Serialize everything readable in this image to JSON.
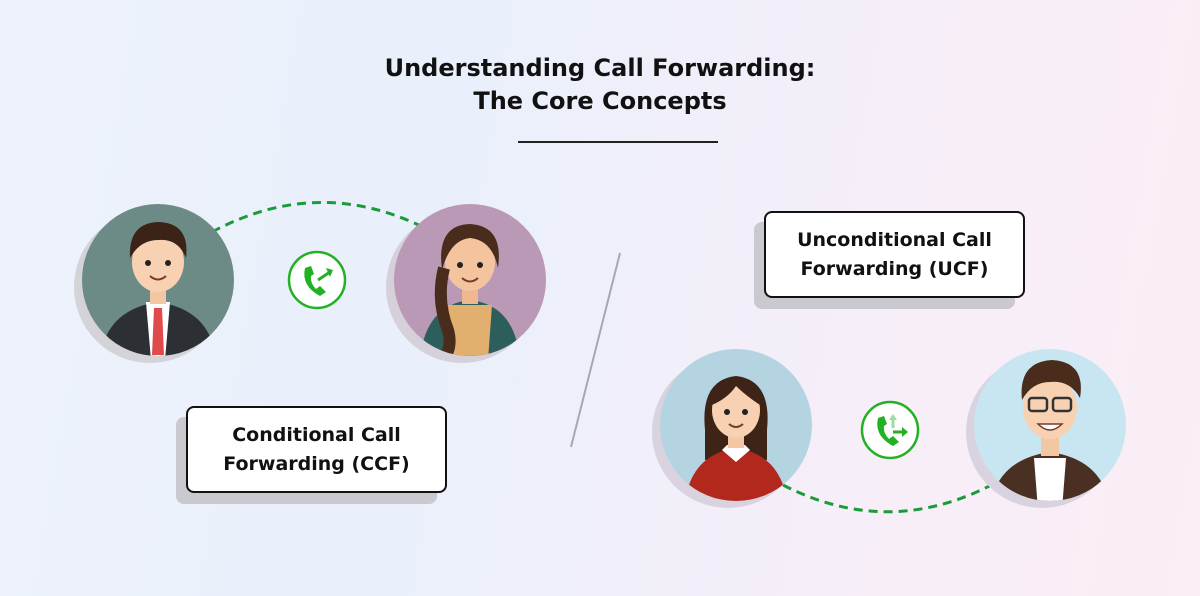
{
  "title": {
    "line1": "Understanding Call Forwarding:",
    "line2": "The Core Concepts"
  },
  "ccf": {
    "label": "Conditional Call Forwarding (CCF)",
    "icon": "call-forward-icon"
  },
  "ucf": {
    "label": "Unconditional Call Forwarding (UCF)",
    "icon": "call-forward-unconditional-icon"
  },
  "colors": {
    "accent": "#22b122",
    "dash": "#1a9a3a"
  }
}
